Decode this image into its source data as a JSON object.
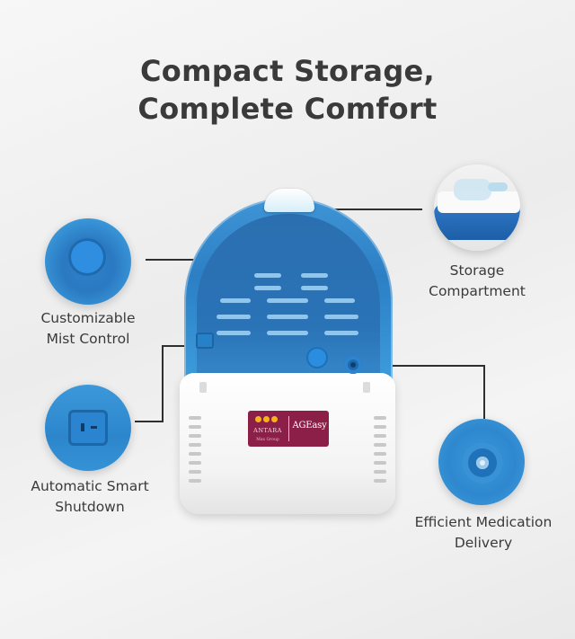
{
  "title": {
    "line1": "Compact Storage,",
    "line2": "Complete Comfort"
  },
  "features": {
    "storage": {
      "line1": "Storage",
      "line2": "Compartment"
    },
    "mist": {
      "line1": "Customizable",
      "line2": "Mist Control"
    },
    "shutdown": {
      "line1": "Automatic Smart",
      "line2": "Shutdown"
    },
    "delivery": {
      "line1": "Efficient Medication",
      "line2": "Delivery"
    }
  },
  "brand": {
    "left_name": "ANTARA",
    "left_sub": "Max Group",
    "right_name": "AGEasy"
  },
  "colors": {
    "device_blue": "#2c7fc4",
    "brand_maroon": "#8c1f47",
    "text": "#3a3a3a"
  }
}
